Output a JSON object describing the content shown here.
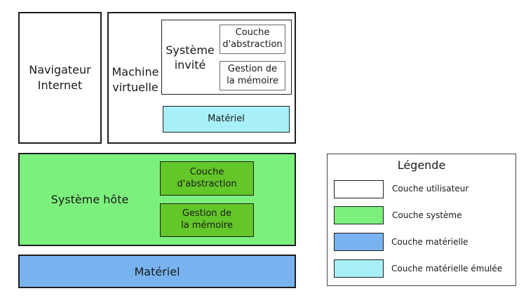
{
  "colors": {
    "user_layer": "#ffffff",
    "system_layer": "#7cf07c",
    "system_inner": "#63c629",
    "hardware_layer": "#78b3f0",
    "emulated_hardware_layer": "#a8f0f8"
  },
  "browser": {
    "label_line1": "Navigateur",
    "label_line2": "Internet"
  },
  "vm": {
    "label_line1": "Machine",
    "label_line2": "virtuelle",
    "guest": {
      "label_line1": "Système",
      "label_line2": "invité",
      "abstraction_line1": "Couche",
      "abstraction_line2": "d'abstraction",
      "memory_line1": "Gestion de",
      "memory_line2": "la mémoire"
    },
    "hardware_label": "Matériel"
  },
  "host": {
    "label": "Système hôte",
    "abstraction_line1": "Couche",
    "abstraction_line2": "d'abstraction",
    "memory_line1": "Gestion de",
    "memory_line2": "la mémoire"
  },
  "hardware": {
    "label": "Matériel"
  },
  "legend": {
    "title": "Légende",
    "items": [
      {
        "label": "Couche utilisateur",
        "color": "#ffffff"
      },
      {
        "label": "Couche système",
        "color": "#7cf07c"
      },
      {
        "label": "Couche matérielle",
        "color": "#78b3f0"
      },
      {
        "label": "Couche matérielle émulée",
        "color": "#a8f0f8"
      }
    ]
  }
}
